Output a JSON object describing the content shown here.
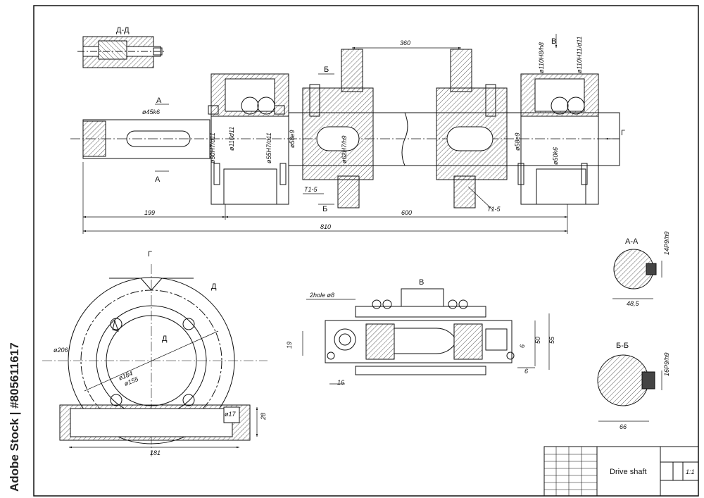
{
  "views": {
    "section_dd": "Д-Д",
    "arrow_a": "А",
    "arrow_b": "Б",
    "arrow_v": "В",
    "arrow_g": "Г",
    "arrow_d": "Д",
    "view_g": "Г",
    "view_v": "В",
    "section_aa": "А-А",
    "section_bb": "Б-Б"
  },
  "dimensions": {
    "top_360": "360",
    "len_199": "199",
    "len_600": "600",
    "len_810": "810",
    "d45k6": "ø45k6",
    "d50h7d11": "ø50H7/d11",
    "d110d11": "ø110d11",
    "d55h7d11": "ø55H7/d11",
    "d58e9_left": "ø58e9",
    "d62h7h9": "ø62H7/h9",
    "d58e9_right": "ø58e9",
    "d50k6": "ø50k6",
    "d110h8h8": "ø110H8/h8",
    "d110h11d11": "ø110H11/d11",
    "weld_left": "T1-5",
    "weld_right": "T1-5",
    "d206": "ø206",
    "d184": "ø184",
    "d155": "ø155",
    "d17": "ø17",
    "h28": "28",
    "w181": "181",
    "hole_note": "2hole ø8",
    "v19": "19",
    "v16": "16",
    "v50": "50",
    "v55": "55",
    "v6a": "6",
    "v6b": "6",
    "aa_key": "14P9/h9",
    "aa_width": "48,5",
    "bb_key": "16P9/h9",
    "bb_width": "66"
  },
  "title_block": {
    "name": "Drive shaft",
    "scale": "1:1"
  },
  "watermark": "Adobe Stock | #805611617",
  "colors": {
    "line": "#111111",
    "hatch": "#333333",
    "paper": "#ffffff"
  }
}
